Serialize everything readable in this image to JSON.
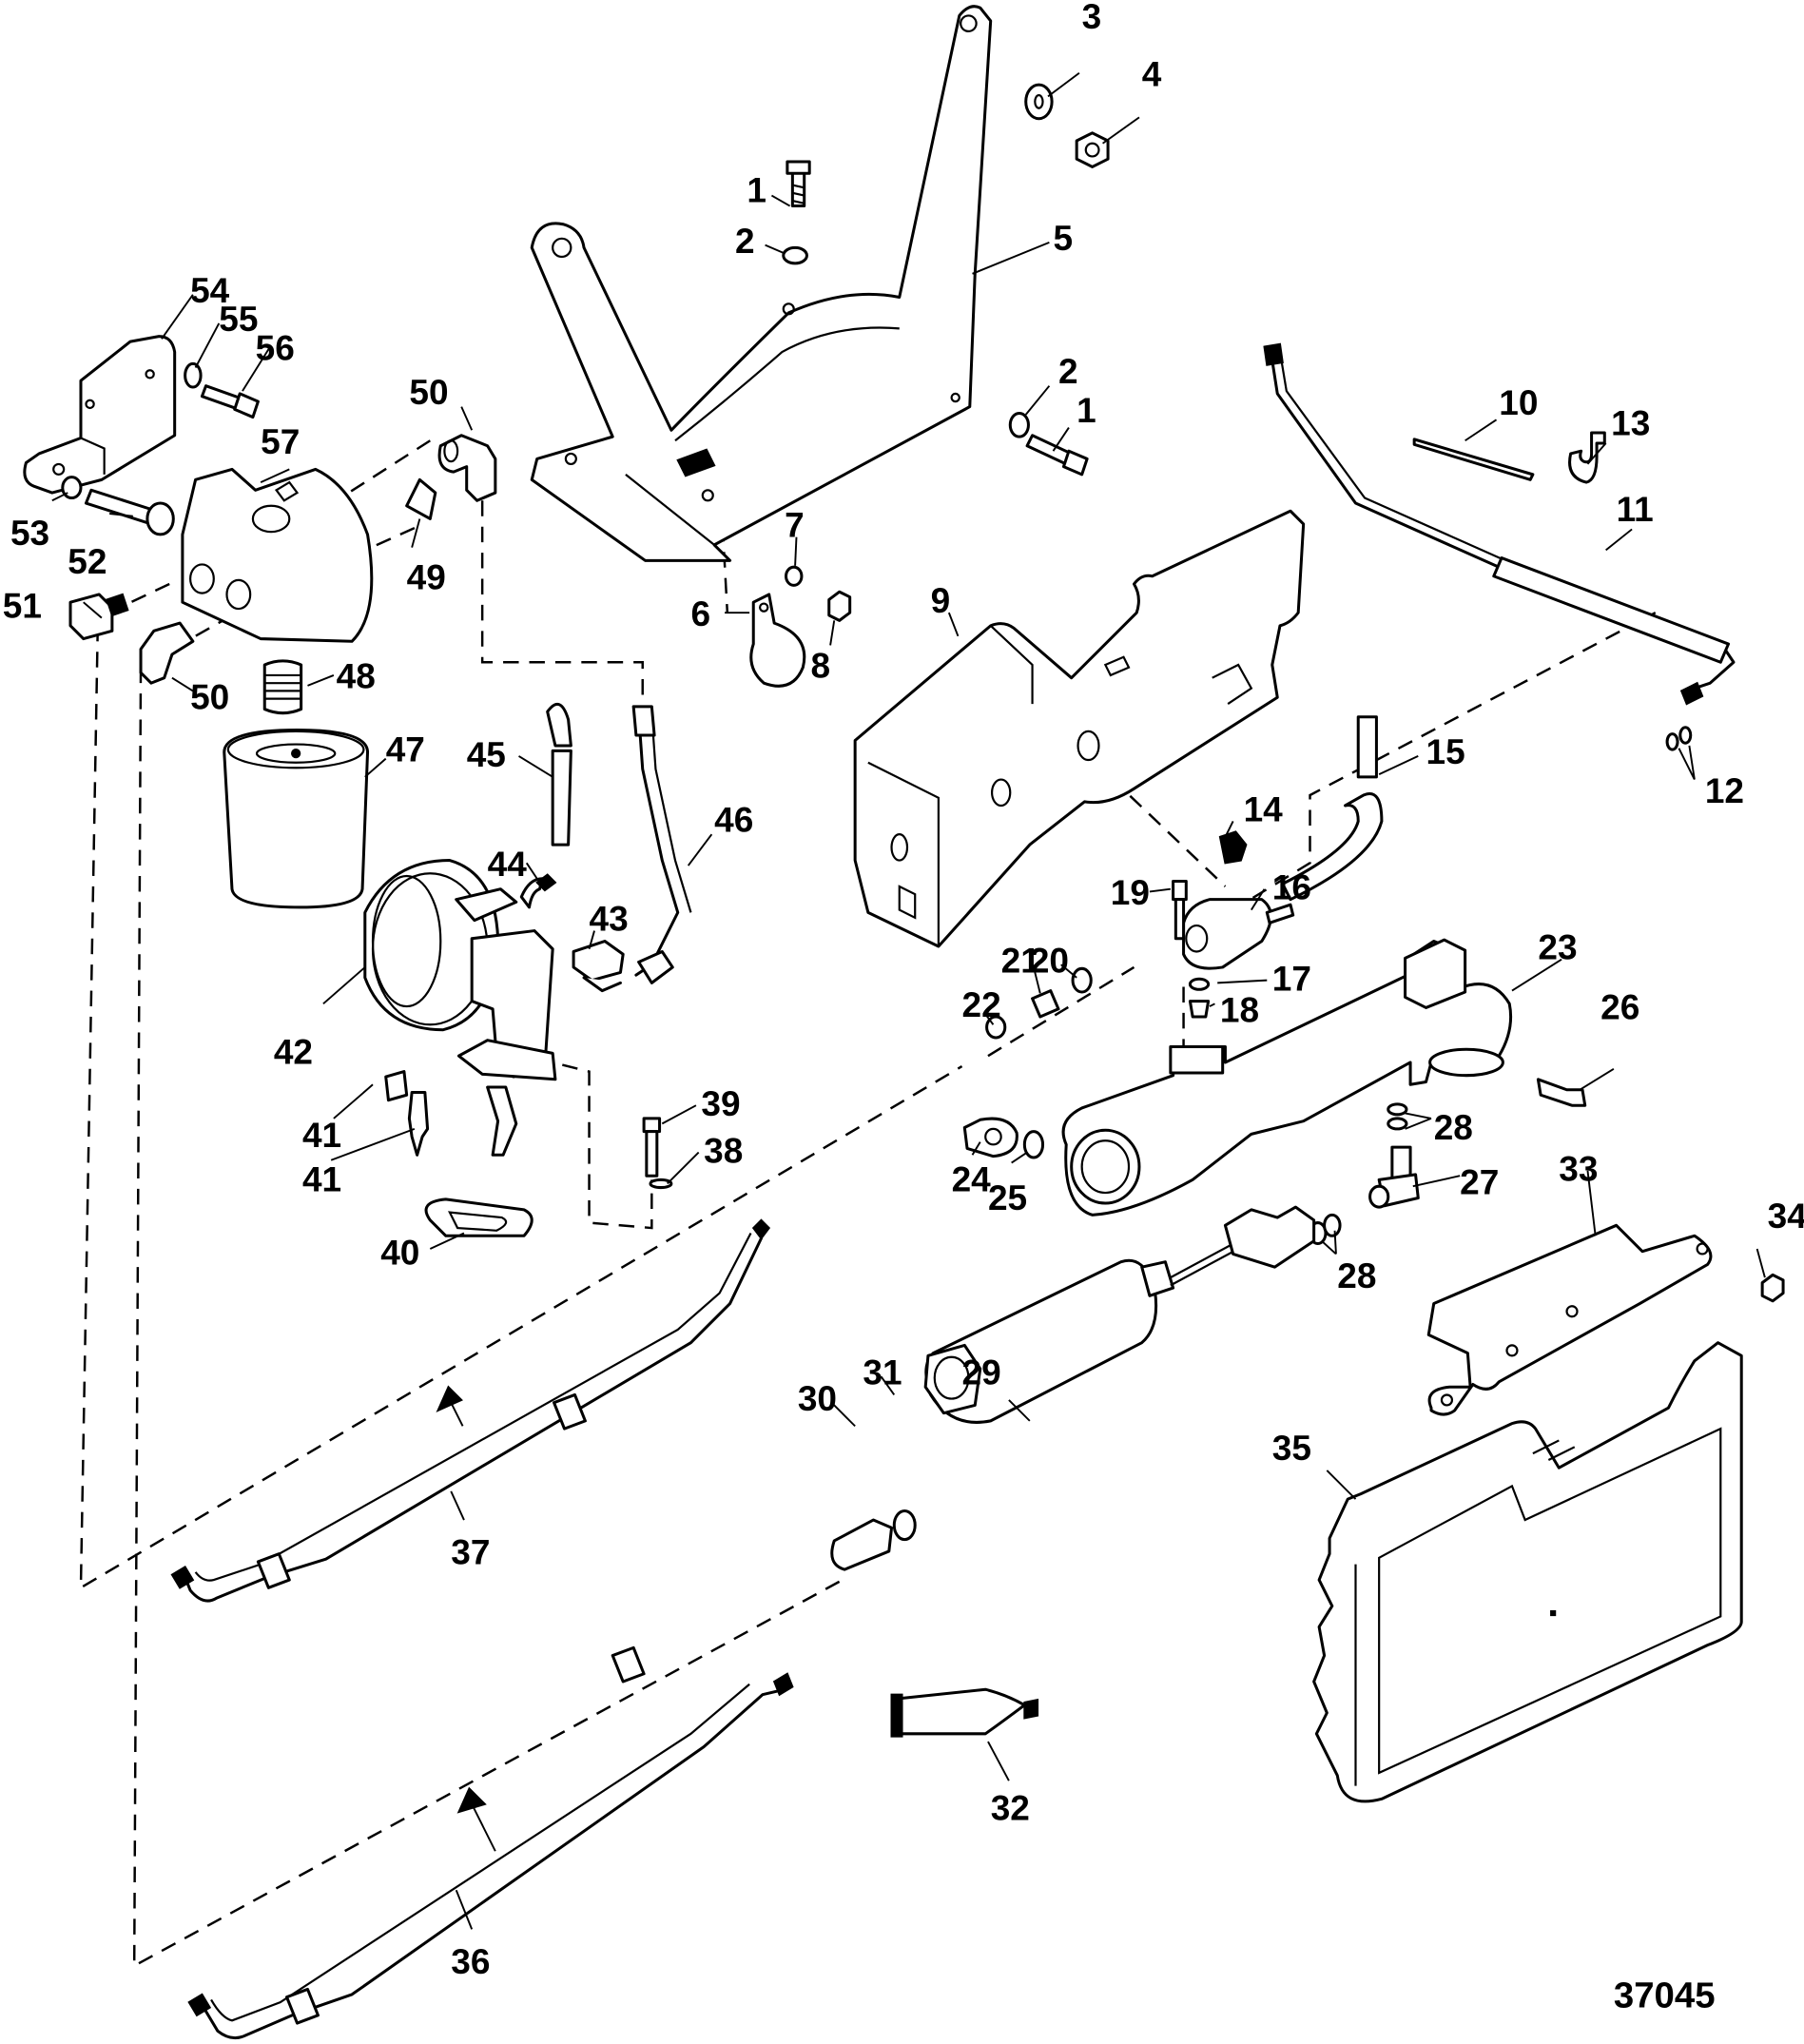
{
  "diagram": {
    "type": "exploded-parts-diagram",
    "reference_number": "37045",
    "line_color": "#000000",
    "background_color": "#ffffff",
    "callouts": [
      {
        "id": "c1a",
        "label": "1"
      },
      {
        "id": "c2a",
        "label": "2"
      },
      {
        "id": "c3",
        "label": "3"
      },
      {
        "id": "c4",
        "label": "4"
      },
      {
        "id": "c5",
        "label": "5"
      },
      {
        "id": "c2b",
        "label": "2"
      },
      {
        "id": "c1b",
        "label": "1"
      },
      {
        "id": "c6",
        "label": "6"
      },
      {
        "id": "c7",
        "label": "7"
      },
      {
        "id": "c8",
        "label": "8"
      },
      {
        "id": "c9",
        "label": "9"
      },
      {
        "id": "c10",
        "label": "10"
      },
      {
        "id": "c11",
        "label": "11"
      },
      {
        "id": "c12",
        "label": "12"
      },
      {
        "id": "c13",
        "label": "13"
      },
      {
        "id": "c14",
        "label": "14"
      },
      {
        "id": "c15",
        "label": "15"
      },
      {
        "id": "c16",
        "label": "16"
      },
      {
        "id": "c17",
        "label": "17"
      },
      {
        "id": "c18",
        "label": "18"
      },
      {
        "id": "c19",
        "label": "19"
      },
      {
        "id": "c20",
        "label": "20"
      },
      {
        "id": "c21",
        "label": "21"
      },
      {
        "id": "c22",
        "label": "22"
      },
      {
        "id": "c23",
        "label": "23"
      },
      {
        "id": "c24",
        "label": "24"
      },
      {
        "id": "c25",
        "label": "25"
      },
      {
        "id": "c26",
        "label": "26"
      },
      {
        "id": "c27",
        "label": "27"
      },
      {
        "id": "c28a",
        "label": "28"
      },
      {
        "id": "c28b",
        "label": "28"
      },
      {
        "id": "c29",
        "label": "29"
      },
      {
        "id": "c30",
        "label": "30"
      },
      {
        "id": "c31",
        "label": "31"
      },
      {
        "id": "c32",
        "label": "32"
      },
      {
        "id": "c33",
        "label": "33"
      },
      {
        "id": "c34",
        "label": "34"
      },
      {
        "id": "c35",
        "label": "35"
      },
      {
        "id": "c36",
        "label": "36"
      },
      {
        "id": "c37",
        "label": "37"
      },
      {
        "id": "c38",
        "label": "38"
      },
      {
        "id": "c39",
        "label": "39"
      },
      {
        "id": "c40",
        "label": "40"
      },
      {
        "id": "c41a",
        "label": "41"
      },
      {
        "id": "c41b",
        "label": "41"
      },
      {
        "id": "c42",
        "label": "42"
      },
      {
        "id": "c43",
        "label": "43"
      },
      {
        "id": "c44",
        "label": "44"
      },
      {
        "id": "c45",
        "label": "45"
      },
      {
        "id": "c46",
        "label": "46"
      },
      {
        "id": "c47",
        "label": "47"
      },
      {
        "id": "c48",
        "label": "48"
      },
      {
        "id": "c49",
        "label": "49"
      },
      {
        "id": "c50a",
        "label": "50"
      },
      {
        "id": "c50b",
        "label": "50"
      },
      {
        "id": "c51",
        "label": "51"
      },
      {
        "id": "c52",
        "label": "52"
      },
      {
        "id": "c53",
        "label": "53"
      },
      {
        "id": "c54",
        "label": "54"
      },
      {
        "id": "c55",
        "label": "55"
      },
      {
        "id": "c56",
        "label": "56"
      },
      {
        "id": "c57",
        "label": "57"
      }
    ]
  }
}
